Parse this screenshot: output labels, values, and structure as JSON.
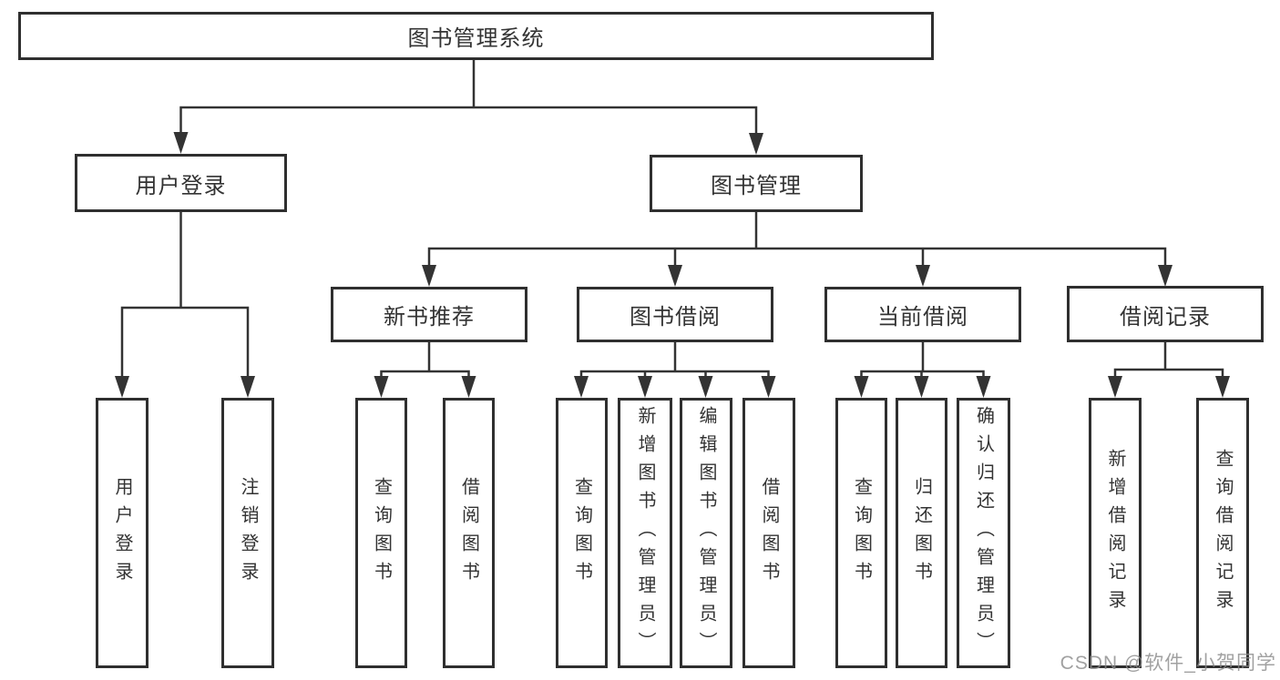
{
  "diagram_type": "hierarchy-chart",
  "colors": {
    "background": "#ffffff",
    "line": "#333333",
    "box_border": "#2f2f2f",
    "box_fill": "#ffffff",
    "text": "#333333",
    "watermark": "#8a8a8a"
  },
  "watermark": {
    "text": "CSDN @软件_小贺同学"
  },
  "tree": {
    "label": "图书管理系统",
    "children": [
      {
        "label": "用户登录",
        "children": [
          {
            "label": "用户登录"
          },
          {
            "label": "注销登录"
          }
        ]
      },
      {
        "label": "图书管理",
        "children": [
          {
            "label": "新书推荐",
            "children": [
              {
                "label": "查询图书"
              },
              {
                "label": "借阅图书"
              }
            ]
          },
          {
            "label": "图书借阅",
            "children": [
              {
                "label": "查询图书"
              },
              {
                "label": "新增图书（管理员）"
              },
              {
                "label": "编辑图书（管理员）"
              },
              {
                "label": "借阅图书"
              }
            ]
          },
          {
            "label": "当前借阅",
            "children": [
              {
                "label": "查询图书"
              },
              {
                "label": "归还图书"
              },
              {
                "label": "确认归还（管理员）"
              }
            ]
          },
          {
            "label": "借阅记录",
            "children": [
              {
                "label": "新增借阅记录"
              },
              {
                "label": "查询借阅记录"
              }
            ]
          }
        ]
      }
    ]
  }
}
